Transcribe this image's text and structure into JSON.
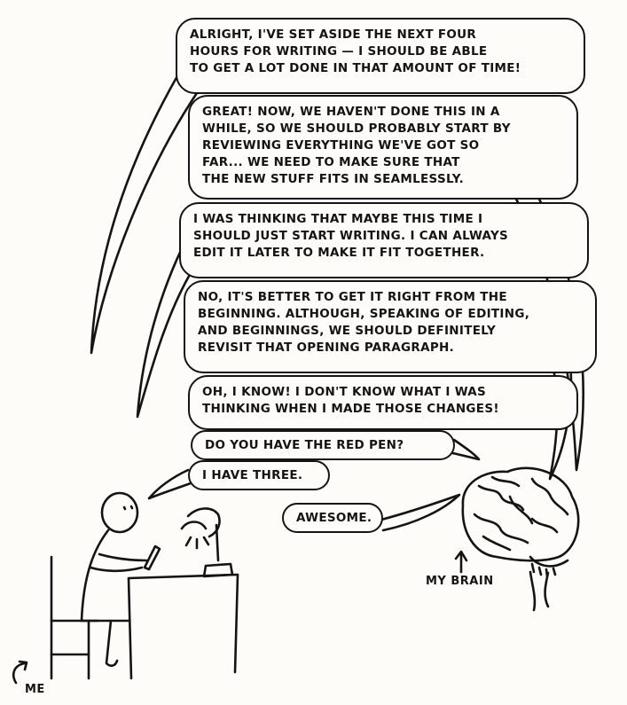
{
  "bubbles": {
    "b1": "Alright, I've set aside the next four\nhours for writing — I should be able\nto get a lot done in that amount of time!",
    "b2": "Great! Now, we haven't done this in a\nwhile, so we should probably start by\nreviewing everything we've got so\nfar... we need to make sure that\nthe new stuff fits in seamlessly.",
    "b3": "I was thinking that maybe this time I\nshould just start writing. I can always\nedit it later to make it fit together.",
    "b4": "No, it's better to get it right from the\nbeginning. Although, speaking of editing,\nand beginnings, we should definitely\nrevisit that opening paragraph.",
    "b5": "Oh, I know! I don't know what I was\nthinking when I made those changes!",
    "b6": "Do you have the red pen?",
    "b7": "I have three.",
    "b8": "Awesome."
  },
  "labels": {
    "brain": "My brain",
    "me": "Me"
  },
  "colors": {
    "ink": "#141414",
    "paper": "#fdfcf8"
  }
}
